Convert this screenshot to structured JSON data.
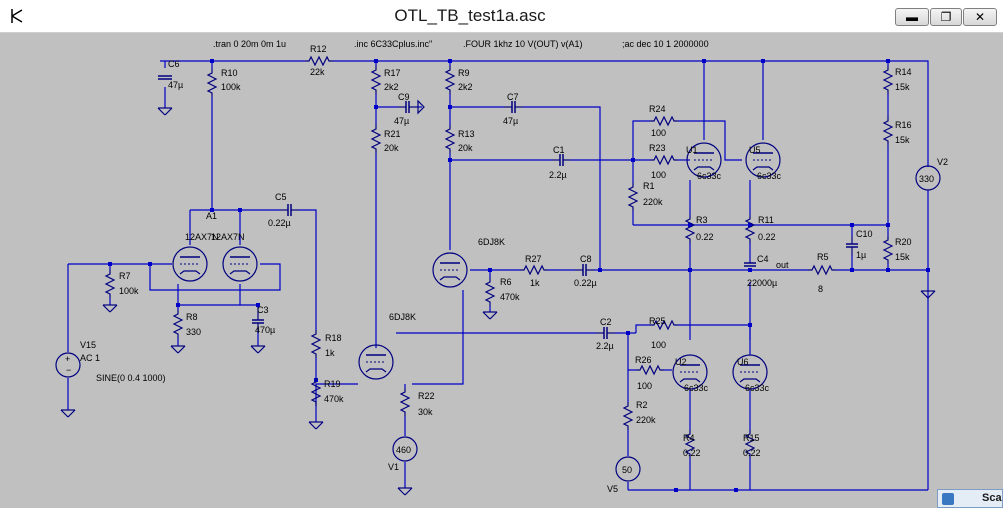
{
  "window": {
    "title": "OTL_TB_test1a.asc",
    "min_symbol": "▬",
    "max_symbol": "❐",
    "close_symbol": "✕"
  },
  "taskbar": {
    "label": "Sca"
  },
  "directives": {
    "tran": ".tran 0 20m 0m 1u",
    "inc": ".inc 6C33Cplus.inc\"",
    "four": ".FOUR 1khz 10 V(OUT) v(A1)",
    "ac": ";ac dec 10 1 2000000"
  },
  "components": {
    "C6": {
      "name": "C6",
      "value": "47µ"
    },
    "R10": {
      "name": "R10",
      "value": "100k"
    },
    "R12": {
      "name": "R12",
      "value": "22k"
    },
    "R17": {
      "name": "R17",
      "value": "2k2"
    },
    "C9": {
      "name": "C9",
      "value": "47µ"
    },
    "R21": {
      "name": "R21",
      "value": "20k"
    },
    "R9": {
      "name": "R9",
      "value": "2k2"
    },
    "C7": {
      "name": "C7",
      "value": "47µ"
    },
    "R13": {
      "name": "R13",
      "value": "20k"
    },
    "C1": {
      "name": "C1",
      "value": "2.2µ"
    },
    "R24": {
      "name": "R24",
      "value": "100"
    },
    "R23": {
      "name": "R23",
      "value": "100"
    },
    "R1": {
      "name": "R1",
      "value": "220k"
    },
    "R3": {
      "name": "R3",
      "value": "0.22"
    },
    "R11": {
      "name": "R11",
      "value": "0.22"
    },
    "C10": {
      "name": "C10",
      "value": "1µ"
    },
    "R14": {
      "name": "R14",
      "value": "15k"
    },
    "R16": {
      "name": "R16",
      "value": "15k"
    },
    "R20": {
      "name": "R20",
      "value": "15k"
    },
    "V2": {
      "name": "V2",
      "value": "330"
    },
    "C5": {
      "name": "C5",
      "value": "0.22µ"
    },
    "R7": {
      "name": "R7",
      "value": "100k"
    },
    "R8": {
      "name": "R8",
      "value": "330"
    },
    "C3": {
      "name": "C3",
      "value": "470µ"
    },
    "V15": {
      "name": "V15",
      "value": "AC 1",
      "extra": "SINE(0 0.4 1000)"
    },
    "R18": {
      "name": "R18",
      "value": "1k"
    },
    "R19": {
      "name": "R19",
      "value": "470k"
    },
    "R22": {
      "name": "R22",
      "value": "30k"
    },
    "V1": {
      "name": "V1",
      "value": "460"
    },
    "R27": {
      "name": "R27",
      "value": "1k"
    },
    "C8": {
      "name": "C8",
      "value": "0.22µ"
    },
    "R6": {
      "name": "R6",
      "value": "470k"
    },
    "C4": {
      "name": "C4",
      "value": "22000µ"
    },
    "R5": {
      "name": "R5",
      "value": "8"
    },
    "C2": {
      "name": "C2",
      "value": "2.2µ"
    },
    "R25": {
      "name": "R25",
      "value": "100"
    },
    "R26": {
      "name": "R26",
      "value": "100"
    },
    "R2": {
      "name": "R2",
      "value": "220k"
    },
    "R4": {
      "name": "R4",
      "value": "0.22"
    },
    "R15": {
      "name": "R15",
      "value": "0.22"
    },
    "V5": {
      "name": "V5",
      "value": "50"
    }
  },
  "tubes": {
    "U1": {
      "name": "U1",
      "model": "6c33c"
    },
    "U5": {
      "name": "U5",
      "model": "6c33c"
    },
    "U2": {
      "name": "U2",
      "model": "6c33c"
    },
    "U6": {
      "name": "U6",
      "model": "6c33c"
    },
    "U_12AX7_a": {
      "model": "12AX7N"
    },
    "U_12AX7_b": {
      "model": "12AX7N"
    },
    "U_6DJ8_top": {
      "model": "6DJ8K"
    },
    "U_6DJ8_bot": {
      "model": "6DJ8K"
    }
  },
  "nets": {
    "A1": "A1",
    "out": "out"
  },
  "colors": {
    "wire": "#0000c8",
    "component": "#000080",
    "background": "#c0c0c0"
  }
}
